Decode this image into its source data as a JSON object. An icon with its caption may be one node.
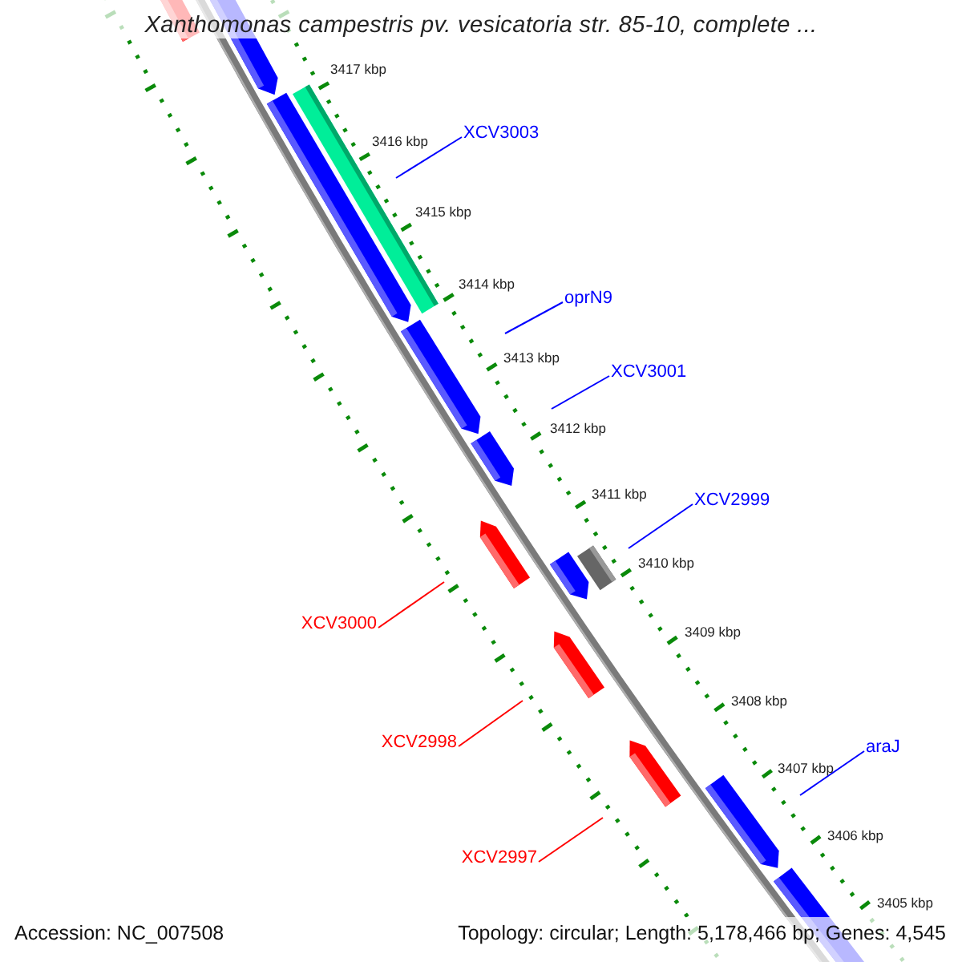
{
  "diagram": {
    "title": "Xanthomonas campestris pv. vesicatoria str. 85-10, complete ...",
    "nodes": [
      {
        "text": [
          "XCV3003"
        ]
      },
      {
        "text": [
          "oprN9"
        ]
      },
      {
        "text": [
          "XCV3001"
        ]
      },
      {
        "text": [
          "XCV2999"
        ]
      },
      {
        "text": [
          "XCV3000"
        ]
      },
      {
        "text": [
          "XCV2998"
        ]
      },
      {
        "text": [
          "XCV2997"
        ]
      },
      {
        "text": [
          "araJ"
        ]
      }
    ],
    "edges": [
      {
        "from": 0,
        "to": null,
        "arrow": "none"
      },
      {
        "from": 1,
        "to": null,
        "arrow": "none"
      },
      {
        "from": 2,
        "to": null,
        "arrow": "none"
      },
      {
        "from": 3,
        "to": null,
        "arrow": "none"
      },
      {
        "from": 4,
        "to": null,
        "arrow": "none",
        "color": "#ff0000"
      },
      {
        "from": 5,
        "to": null,
        "arrow": "none",
        "color": "#ff0000"
      },
      {
        "from": 6,
        "to": null,
        "arrow": "none",
        "color": "#ff0000"
      },
      {
        "from": 7,
        "to": null,
        "arrow": "none"
      }
    ],
    "labels": [
      "3417 kbp",
      "3416 kbp",
      "3415 kbp",
      "3414 kbp",
      "3413 kbp",
      "3412 kbp",
      "3411 kbp",
      "3410 kbp",
      "3409 kbp",
      "3408 kbp",
      "3407 kbp",
      "3406 kbp",
      "3405 kbp",
      "Accession: NC_007508",
      "Topology: circular; Length: 5,178,466 bp; Genes: 4,545"
    ]
  }
}
